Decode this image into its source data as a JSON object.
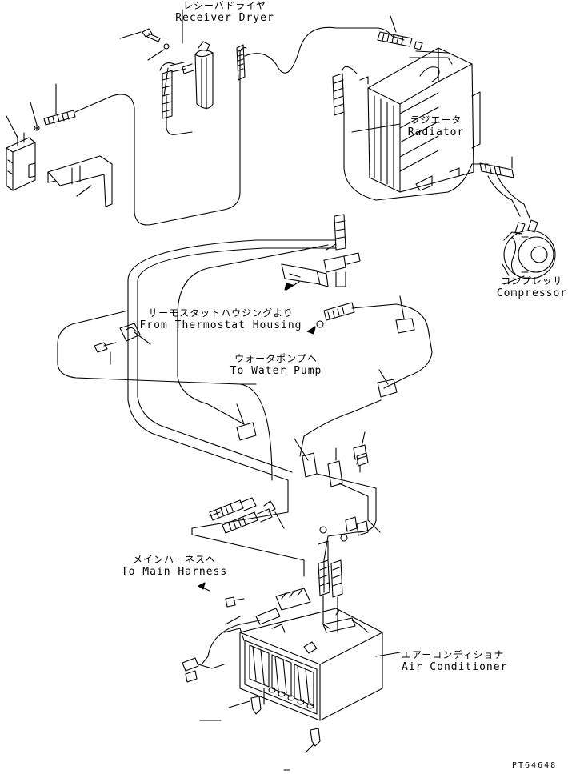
{
  "labels": {
    "receiver_dryer": {
      "jp": "レシーバドライヤ",
      "en": "Receiver Dryer"
    },
    "radiator": {
      "jp": "ラジエータ",
      "en": "Radiator"
    },
    "compressor": {
      "jp": "コンプレッサ",
      "en": "Compressor"
    },
    "thermostat": {
      "jp": "サーモスタットハウジングより",
      "en": "From Thermostat Housing"
    },
    "water_pump": {
      "jp": "ウォータポンプへ",
      "en": "To Water Pump"
    },
    "main_harness": {
      "jp": "メインハーネスへ",
      "en": "To Main Harness"
    },
    "air_conditioner": {
      "jp": "エアーコンディショナ",
      "en": "Air Conditioner"
    }
  },
  "drawing_code": "PT64648",
  "colors": {
    "line": "#000000",
    "background": "#ffffff"
  }
}
